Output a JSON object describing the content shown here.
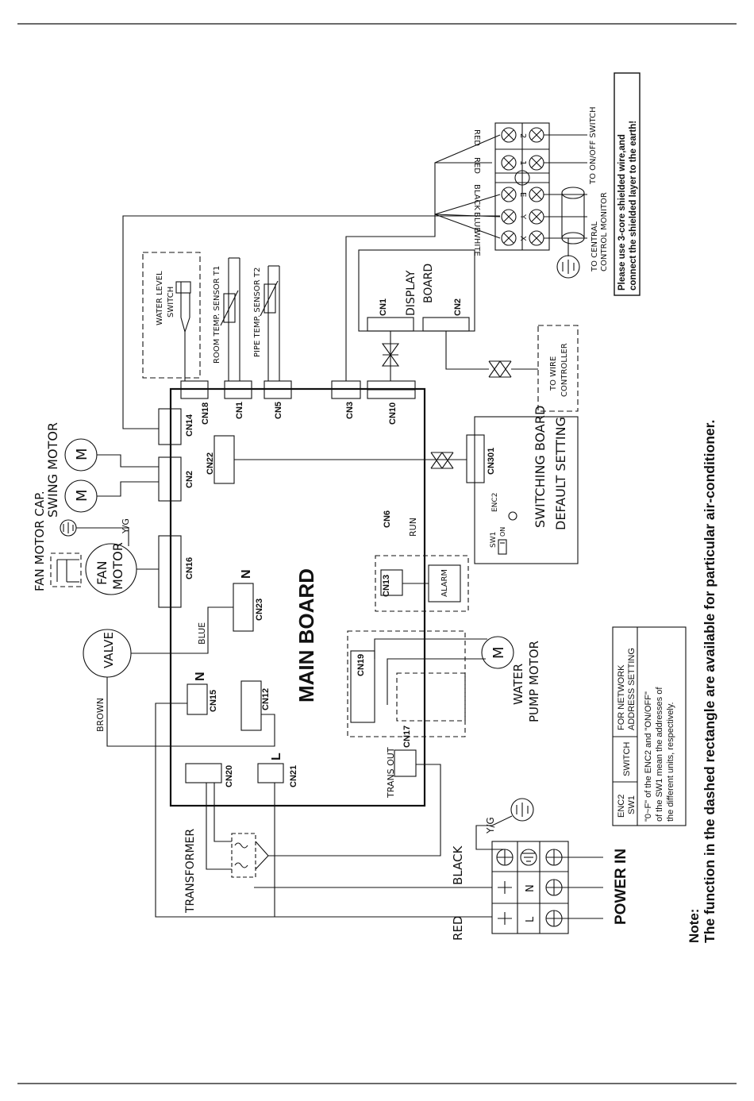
{
  "main_board": {
    "title": "MAIN BOARD",
    "connectors": {
      "cn18": "CN18",
      "cn1": "CN1",
      "cn5": "CN5",
      "cn3": "CN3",
      "cn10": "CN10",
      "cn14": "CN14",
      "cn2": "CN2",
      "cn22": "CN22",
      "cn16": "CN16",
      "cn23": "CN23",
      "cn15": "CN15",
      "cn12": "CN12",
      "cn20": "CN20",
      "cn21": "CN21",
      "cn6": "CN6",
      "cn13": "CN13",
      "cn19": "CN19",
      "cn17": "CN17"
    },
    "n_mark_1": "N",
    "n_mark_2": "N",
    "l_mark": "L",
    "run": "RUN",
    "trans_out": "TRANS OUT"
  },
  "components": {
    "water_level_switch_1": "WATER LEVEL",
    "water_level_switch_2": "SWITCH",
    "room_temp_sensor": "ROOM TEMP. SENSOR T1",
    "pipe_temp_sensor": "PIPE TEMP. SENSOR T2",
    "display_board_1": "DISPLAY",
    "display_board_2": "BOARD",
    "display_cn1": "CN1",
    "display_cn2": "CN2",
    "to_wire_controller_1": "TO WIRE",
    "to_wire_controller_2": "CONTROLLER",
    "switching_board_1": "SWITCHING BOARD",
    "switching_board_2": "DEFAULT SETTING",
    "cn301": "CN301",
    "sw1": "SW1",
    "enc2": "ENC2",
    "on": "ON",
    "swing_motor": "SWING MOTOR",
    "motor_m": "M",
    "fan_motor_cap": "FAN MOTOR CAP.",
    "fan_motor_1": "FAN",
    "fan_motor_2": "MOTOR",
    "yg": "Y/G",
    "valve": "VALVE",
    "blue": "BLUE",
    "brown": "BROWN",
    "alarm": "ALARM",
    "water_pump_1": "WATER",
    "water_pump_2": "PUMP MOTOR",
    "transformer": "TRANSFORMER",
    "black": "BLACK",
    "red": "RED",
    "power_in": "POWER IN",
    "terminal_l": "L",
    "terminal_n": "N"
  },
  "terminal_block": {
    "red1": "RED",
    "red2": "RED",
    "black": "BLACK",
    "blue": "BLUE",
    "white": "WHITE",
    "t2": "2",
    "t1": "1",
    "te": "E",
    "ty": "Y",
    "tx": "X",
    "on_off_switch": "TO ON/OFF SWITCH",
    "central_1": "TO CENTRAL",
    "central_2": "CONTROL MONITOR"
  },
  "shield_note": {
    "line1": "Please use 3-core shielded wire,and",
    "line2": "connect the shielded layer to the earth!"
  },
  "switch_table": {
    "r1c1a": "ENC2",
    "r1c1b": "SW1",
    "r1c2": "SWITCH",
    "r1c3a": "FOR NETWORK",
    "r1c3b": "ADDRESS SETTING",
    "note1": "\"0~F\" of the ENC2 and \"ON/OFF\"",
    "note2": "of the SW1 mean the addresses of",
    "note3": "the different units, respectively."
  },
  "note": {
    "title": "Note:",
    "text": "The function in the dashed rectangle are  available for particular air-conditioner."
  }
}
